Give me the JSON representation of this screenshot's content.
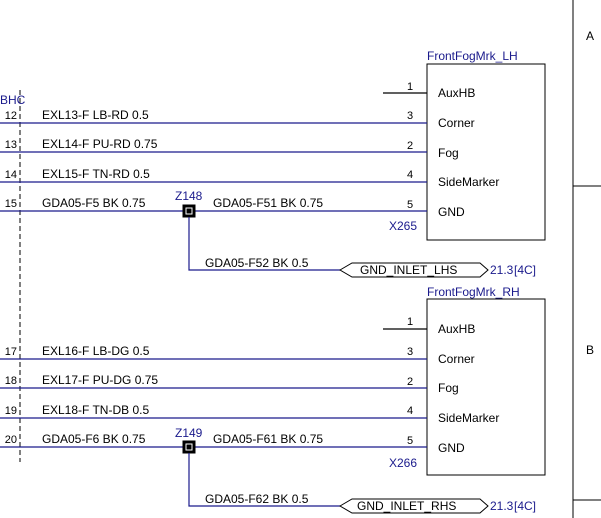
{
  "sheet": {
    "partial_label": "BHC",
    "zones": [
      "A",
      "B"
    ]
  },
  "components": [
    {
      "name": "FrontFogMrk_LH",
      "ref": "X265",
      "pins": [
        {
          "num": "1",
          "name": "AuxHB"
        },
        {
          "num": "3",
          "name": "Corner"
        },
        {
          "num": "2",
          "name": "Fog"
        },
        {
          "num": "4",
          "name": "SideMarker"
        },
        {
          "num": "5",
          "name": "GND"
        }
      ]
    },
    {
      "name": "FrontFogMrk_RH",
      "ref": "X266",
      "pins": [
        {
          "num": "1",
          "name": "AuxHB"
        },
        {
          "num": "3",
          "name": "Corner"
        },
        {
          "num": "2",
          "name": "Fog"
        },
        {
          "num": "4",
          "name": "SideMarker"
        },
        {
          "num": "5",
          "name": "GND"
        }
      ]
    }
  ],
  "left_pins": [
    "12",
    "13",
    "14",
    "15",
    "17",
    "18",
    "19",
    "20"
  ],
  "wires": [
    "EXL13-F LB-RD 0.5",
    "EXL14-F PU-RD 0.75",
    "EXL15-F TN-RD 0.5",
    "GDA05-F5 BK 0.75",
    "GDA05-F51 BK 0.75",
    "GDA05-F52 BK 0.5",
    "EXL16-F LB-DG 0.5",
    "EXL17-F PU-DG 0.75",
    "EXL18-F TN-DB 0.5",
    "GDA05-F6 BK 0.75",
    "GDA05-F61 BK 0.75",
    "GDA05-F62 BK 0.5"
  ],
  "splices": [
    "Z148",
    "Z149"
  ],
  "offpage": [
    {
      "label": "GND_INLET_LHS",
      "ref": "21.3",
      "zone": "[4C]"
    },
    {
      "label": "GND_INLET_RHS",
      "ref": "21.3",
      "zone": "[4C]"
    }
  ],
  "colors": {
    "wire": "#1a1a8c",
    "stub": "#000000",
    "text_ref": "#1a1a8c"
  }
}
